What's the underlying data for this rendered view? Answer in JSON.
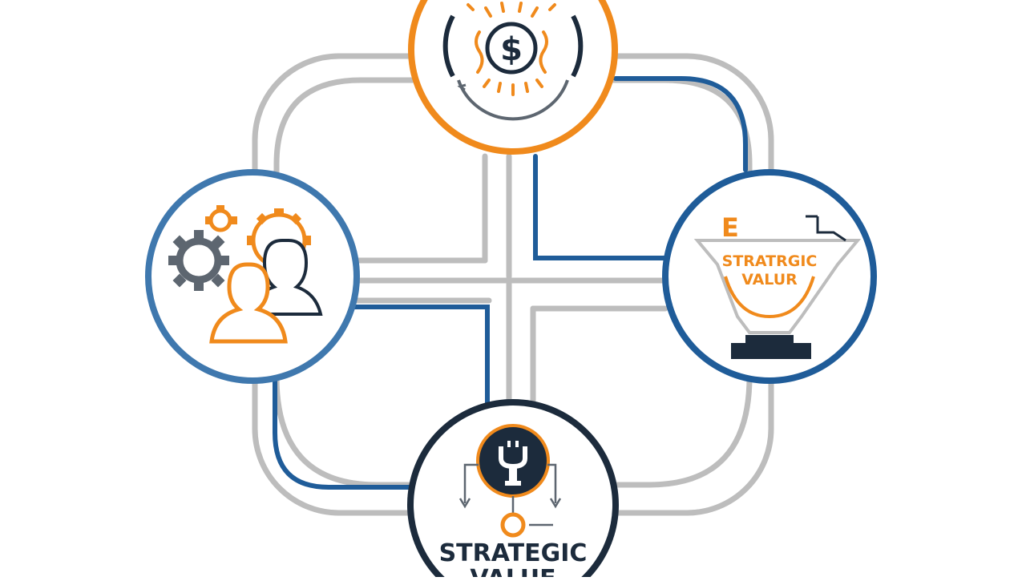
{
  "colors": {
    "orange": "#F08A1C",
    "blue": "#1F5C99",
    "light_blue": "#3F78AE",
    "navy": "#1C2B3C",
    "gray": "#BDBDBD",
    "dark_gray": "#5D6670",
    "white": "#FFFFFF"
  },
  "nodes": {
    "top": {
      "icon": "dollar-coin-icon"
    },
    "left": {
      "icon": "gears-people-icon"
    },
    "right": {
      "icon": "trophy-funnel-icon",
      "label_line1": "STRATRGIC",
      "label_line2": "VALUR",
      "corner_text": "E"
    },
    "bottom": {
      "icon": "key-tool-icon",
      "label_line1": "STRATEGIC",
      "label_line2": "VALUE"
    }
  }
}
